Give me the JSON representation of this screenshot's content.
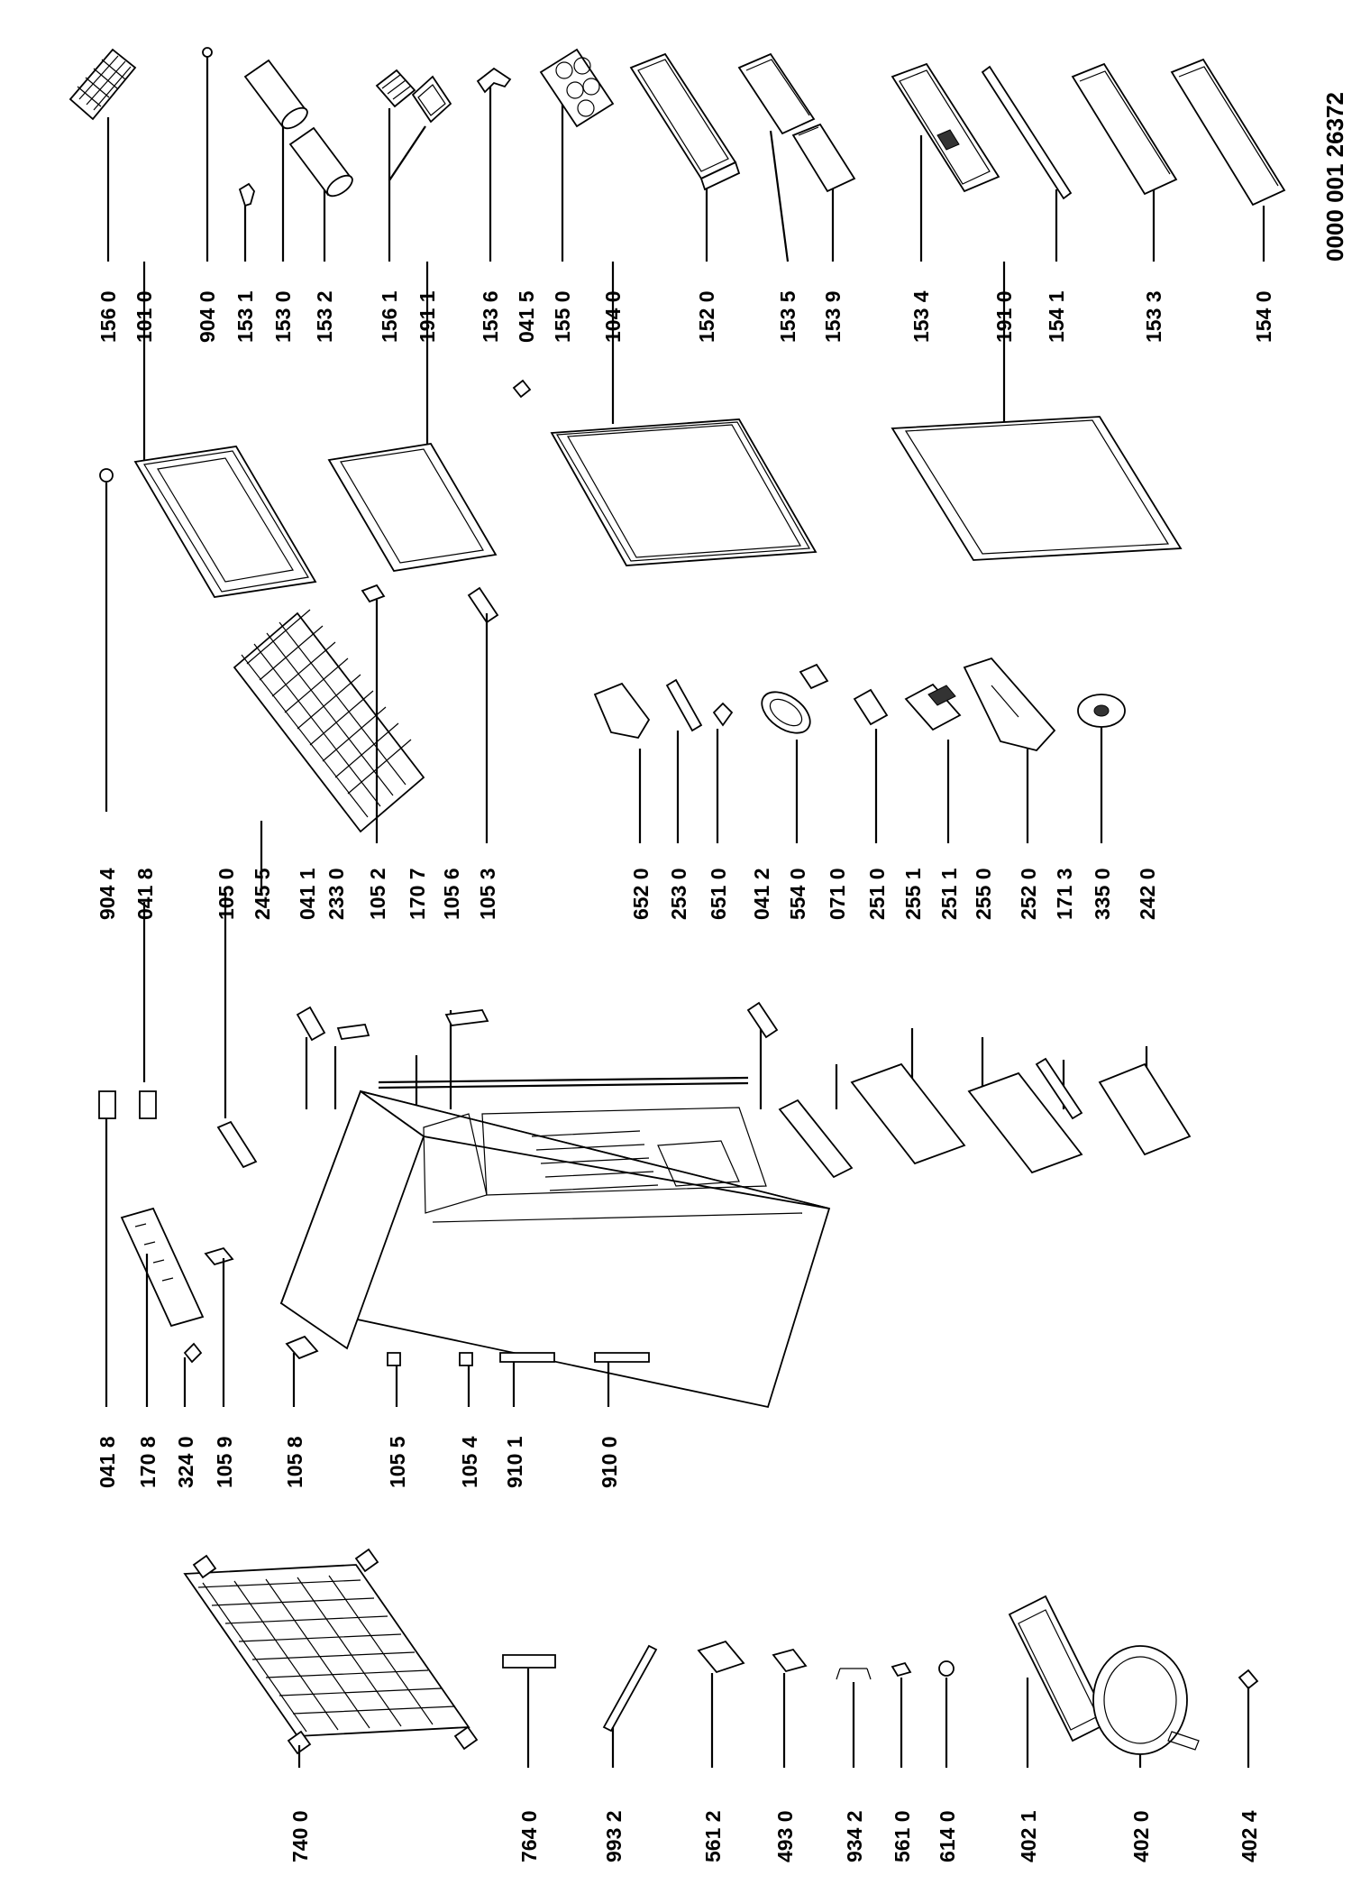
{
  "document_number": "0000 001 26372",
  "labels": {
    "row_top": [
      "156 0",
      "101 0",
      "904 0",
      "153 1",
      "153 0",
      "153 2",
      "156 1",
      "191 1",
      "153 6",
      "041 5",
      "155 0",
      "104 0",
      "152 0",
      "153 5",
      "153 9",
      "153 4",
      "191 0",
      "154 1",
      "153 3",
      "154 0"
    ],
    "row_mid": [
      "904 4",
      "041 8",
      "105 0",
      "245 5",
      "041 1",
      "233 0",
      "105 2",
      "170 7",
      "105 6",
      "105 3",
      "652 0",
      "253 0",
      "651 0",
      "041 2",
      "554 0",
      "071 0",
      "251 0",
      "255 1",
      "251 1",
      "255 0",
      "252 0",
      "171 3",
      "335 0",
      "242 0"
    ],
    "row_cab": [
      "041 8",
      "170 8",
      "324 0",
      "105 9",
      "105 8",
      "105 5",
      "105 4",
      "910 1",
      "910 0"
    ],
    "row_bottom": [
      "740 0",
      "764 0",
      "993 2",
      "561 2",
      "493 0",
      "934 2",
      "561 0",
      "614 0",
      "402 1",
      "402 0",
      "402 4"
    ]
  }
}
